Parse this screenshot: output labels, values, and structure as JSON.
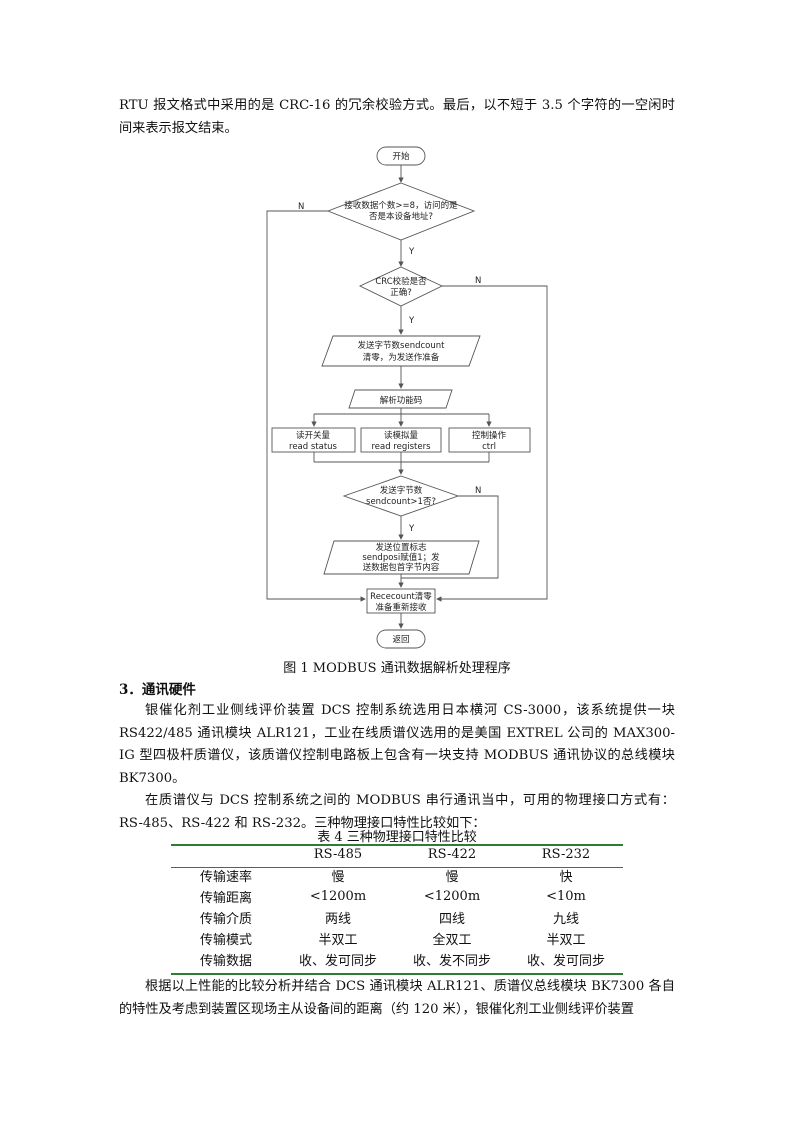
{
  "intro_paragraph": "RTU 报文格式中采用的是 CRC-16 的冗余校验方式。最后，以不短于 3.5 个字符的一空闲时间来表示报文结束。",
  "flowchart": {
    "start": "开始",
    "decision1": [
      "接收数据个数>=8，访问的是",
      "否是本设备地址?"
    ],
    "decision2": [
      "CRC校验是否",
      "正确?"
    ],
    "process1": [
      "发送字节数sendcount",
      "清零，为发送作准备"
    ],
    "parse": "解析功能码",
    "branch_read_status": [
      "读开关量",
      "read status"
    ],
    "branch_read_registers": [
      "读模拟量",
      "read registers"
    ],
    "branch_ctrl": [
      "控制操作",
      "ctrl"
    ],
    "decision3": [
      "发送字节数",
      "sendcount>1否?"
    ],
    "process2": [
      "发送位置标志",
      "sendposi赋值1；发",
      "送数据包首字节内容"
    ],
    "reset": [
      "Rececount清零",
      "准备重新接收"
    ],
    "end": "返回",
    "yes_label": "Y",
    "no_label": "N"
  },
  "figure_caption": "图 1    MODBUS 通讯数据解析处理程序",
  "section_heading": "3．通讯硬件",
  "para1": "银催化剂工业侧线评价装置 DCS 控制系统选用日本横河 CS-3000，该系统提供一块 RS422/485 通讯模块 ALR121，工业在线质谱仪选用的是美国 EXTREL 公司的 MAX300-IG 型四极杆质谱仪，该质谱仪控制电路板上包含有一块支持 MODBUS 通讯协议的总线模块 BK7300。",
  "para2": "在质谱仪与 DCS 控制系统之间的 MODBUS 串行通讯当中，可用的物理接口方式有：RS-485、RS-422 和 RS-232。三种物理接口特性比较如下：",
  "table_caption": "表 4    三种物理接口特性比较",
  "table": {
    "headers": [
      "",
      "RS-485",
      "RS-422",
      "RS-232"
    ],
    "rows": [
      [
        "传输速率",
        "慢",
        "慢",
        "快"
      ],
      [
        "传输距离",
        "<1200m",
        "<1200m",
        "<10m"
      ],
      [
        "传输介质",
        "两线",
        "四线",
        "九线"
      ],
      [
        "传输模式",
        "半双工",
        "全双工",
        "半双工"
      ],
      [
        "传输数据",
        "收、发可同步",
        "收、发不同步",
        "收、发可同步"
      ]
    ]
  },
  "para3": "根据以上性能的比较分析并结合 DCS 通讯模块 ALR121、质谱仪总线模块 BK7300 各自的特性及考虑到装置区现场主从设备间的距离（约 120 米），银催化剂工业侧线评价装置",
  "colors": {
    "table_rule": "#2e7d32",
    "flow_line": "#555555"
  }
}
